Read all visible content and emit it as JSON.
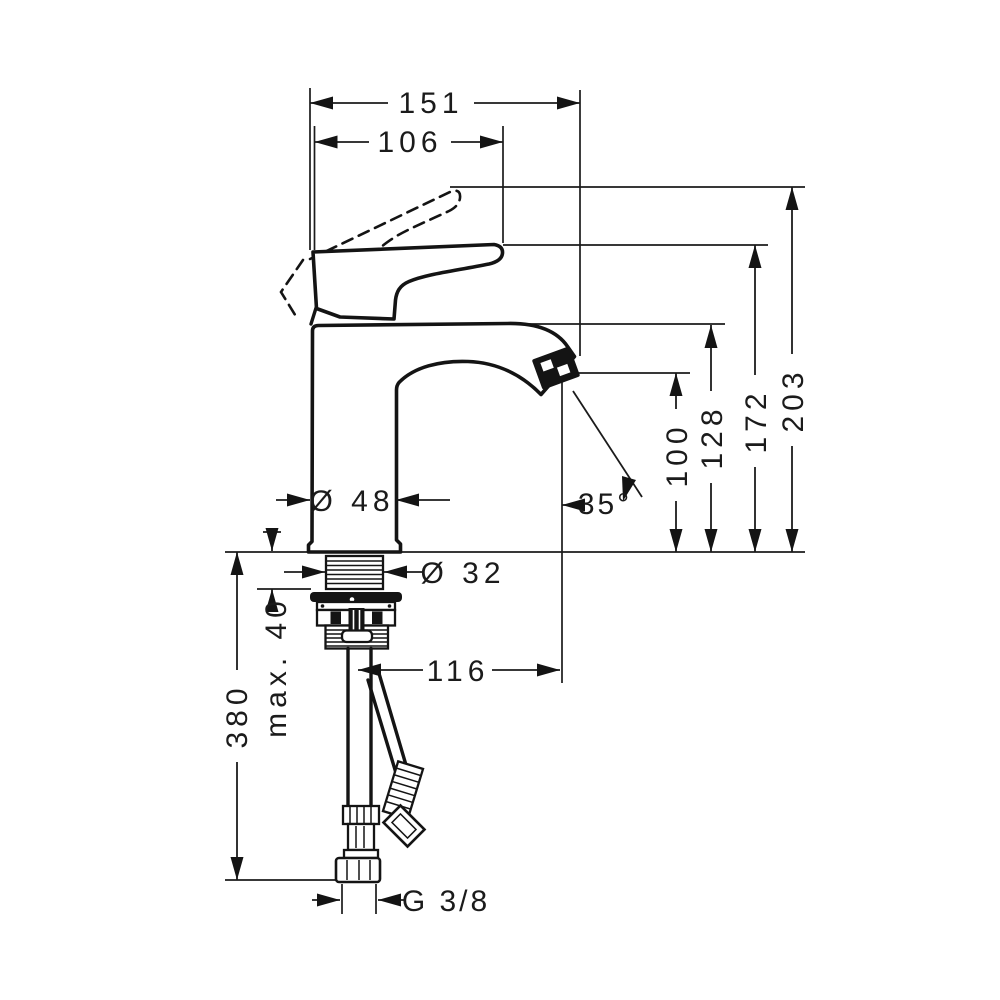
{
  "figure": {
    "background": "#ffffff",
    "line_color": "#1b1b1b"
  },
  "dimensions": {
    "overall_depth": "151",
    "spout_reach": "106",
    "overall_height": "203",
    "handle_height": "172",
    "body_height": "128",
    "outlet_height": "100",
    "body_diameter": "Ø 48",
    "spray_angle": "35°",
    "shank_diameter": "Ø 32",
    "max_deck_thickness": "max. 40",
    "hose_length": "380",
    "outlet_projection": "116",
    "connection_thread": "G 3/8"
  }
}
